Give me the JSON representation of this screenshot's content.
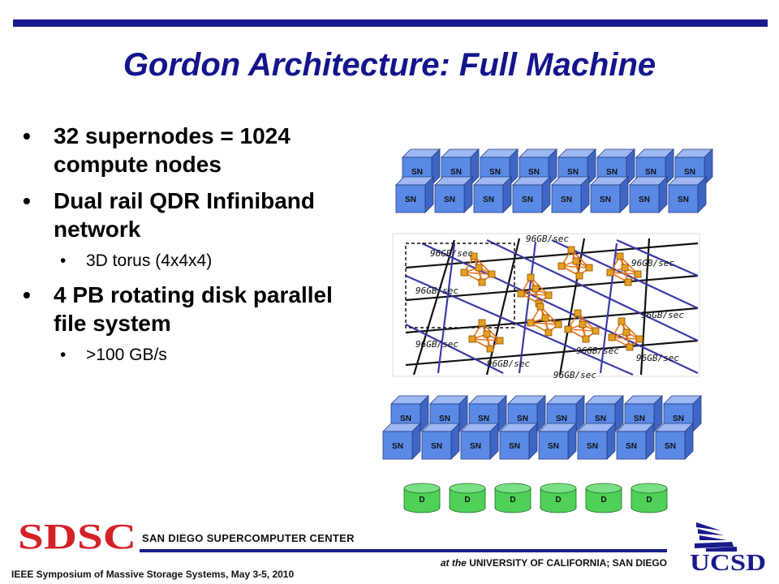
{
  "slide": {
    "title": "Gordon Architecture: Full Machine",
    "bullets": [
      {
        "text": "32 supernodes = 1024 compute nodes",
        "level": 1
      },
      {
        "text": "Dual rail QDR Infiniband network",
        "level": 1
      },
      {
        "text": "3D torus (4x4x4)",
        "level": 2
      },
      {
        "text": "4 PB rotating disk parallel file system",
        "level": 1
      },
      {
        "text": ">100 GB/s",
        "level": 2
      }
    ]
  },
  "diagram": {
    "supernode_label": "SN",
    "disk_label": "D",
    "top_rack": {
      "back_row_count": 8,
      "front_row_count": 8
    },
    "bottom_rack": {
      "back_row_count": 8,
      "front_row_count": 8
    },
    "disk_count": 6,
    "bandwidth_label": "96GB/sec",
    "colors": {
      "box_front": "#5a8ae6",
      "box_top": "#9db8f2",
      "box_side": "#3f66c4",
      "disk": "#4fd157",
      "torus_black": "#111111",
      "torus_blue": "#3a3aa8",
      "torus_orange": "#e8751a"
    }
  },
  "footer": {
    "sdsc_logo": "SDSC",
    "center_name": "SAN DIEGO SUPERCOMPUTER CENTER",
    "university_prefix": "at the",
    "university": "UNIVERSITY OF CALIFORNIA; SAN DIEGO",
    "conference": "IEEE Symposium of Massive Storage Systems, May 3-5, 2010",
    "ucsd_logo": "UCSD",
    "brand_red": "#d42128",
    "brand_blue": "#1a1a8c"
  }
}
